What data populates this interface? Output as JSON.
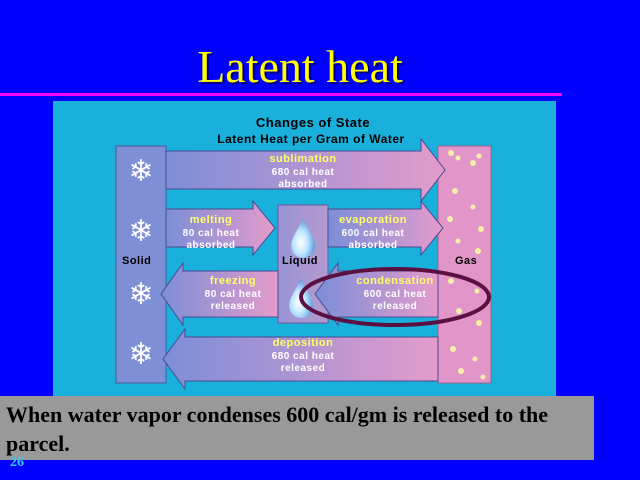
{
  "slide": {
    "title": "Latent heat",
    "number": "26",
    "caption": "When water vapor condenses 600 cal/gm is released to the parcel."
  },
  "diagram": {
    "title": "Changes of State",
    "subtitle": "Latent Heat per Gram of Water",
    "states": {
      "solid": "Solid",
      "liquid": "Liquid",
      "gas": "Gas"
    },
    "transitions": {
      "sublimation": {
        "name": "sublimation",
        "line1": "680 cal heat",
        "line2": "absorbed"
      },
      "melting": {
        "name": "melting",
        "line1": "80 cal heat",
        "line2": "absorbed"
      },
      "evaporation": {
        "name": "evaporation",
        "line1": "600 cal heat",
        "line2": "absorbed"
      },
      "freezing": {
        "name": "freezing",
        "line1": "80 cal heat",
        "line2": "released"
      },
      "condensation": {
        "name": "condensation",
        "line1": "600 cal heat",
        "line2": "released"
      },
      "deposition": {
        "name": "deposition",
        "line1": "680 cal heat",
        "line2": "released"
      }
    },
    "highlighted": "condensation",
    "colors": {
      "panel": "#19b0dc",
      "solid_column": "#7f8fd6",
      "gas_column": "#e295c8",
      "label_text": "#ffff66",
      "highlight_ring": "#5a1040"
    }
  }
}
